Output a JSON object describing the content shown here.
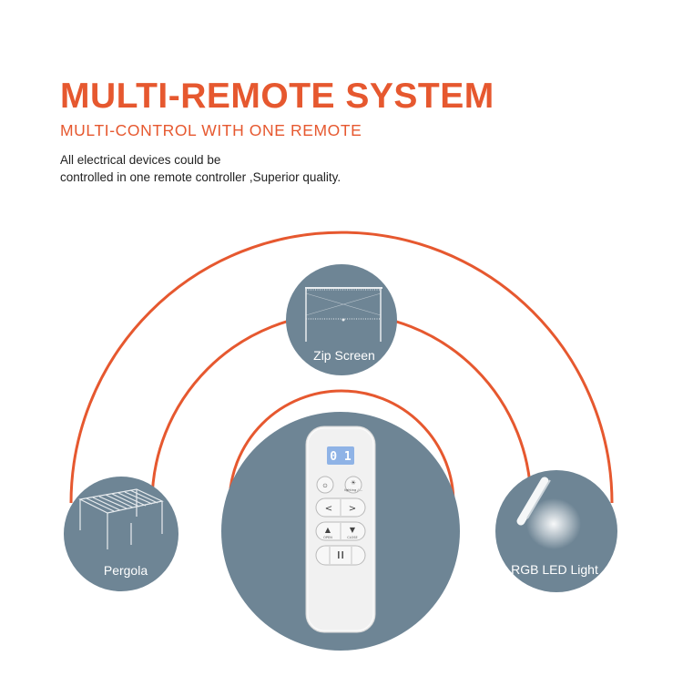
{
  "header": {
    "title": "MULTI-REMOTE SYSTEM",
    "subtitle": "MULTI-CONTROL WITH ONE REMOTE",
    "description_line1": "All electrical devices could be",
    "description_line2": "controlled in one remote controller ,Superior quality."
  },
  "devices": {
    "zip_screen": {
      "label": "Zip Screen"
    },
    "pergola": {
      "label": "Pergola"
    },
    "rgb_led": {
      "label": "RGB LED Light"
    }
  },
  "remote": {
    "display": "0 1",
    "lighting_label": "lighting / ...",
    "open_label": "OPEN",
    "close_label": "CLOSE"
  },
  "colors": {
    "accent": "#e6582f",
    "circle_fill": "#6e8595",
    "text_dark": "#222222",
    "remote_body": "#f1f1f1",
    "remote_display": "#8fb3e6"
  }
}
